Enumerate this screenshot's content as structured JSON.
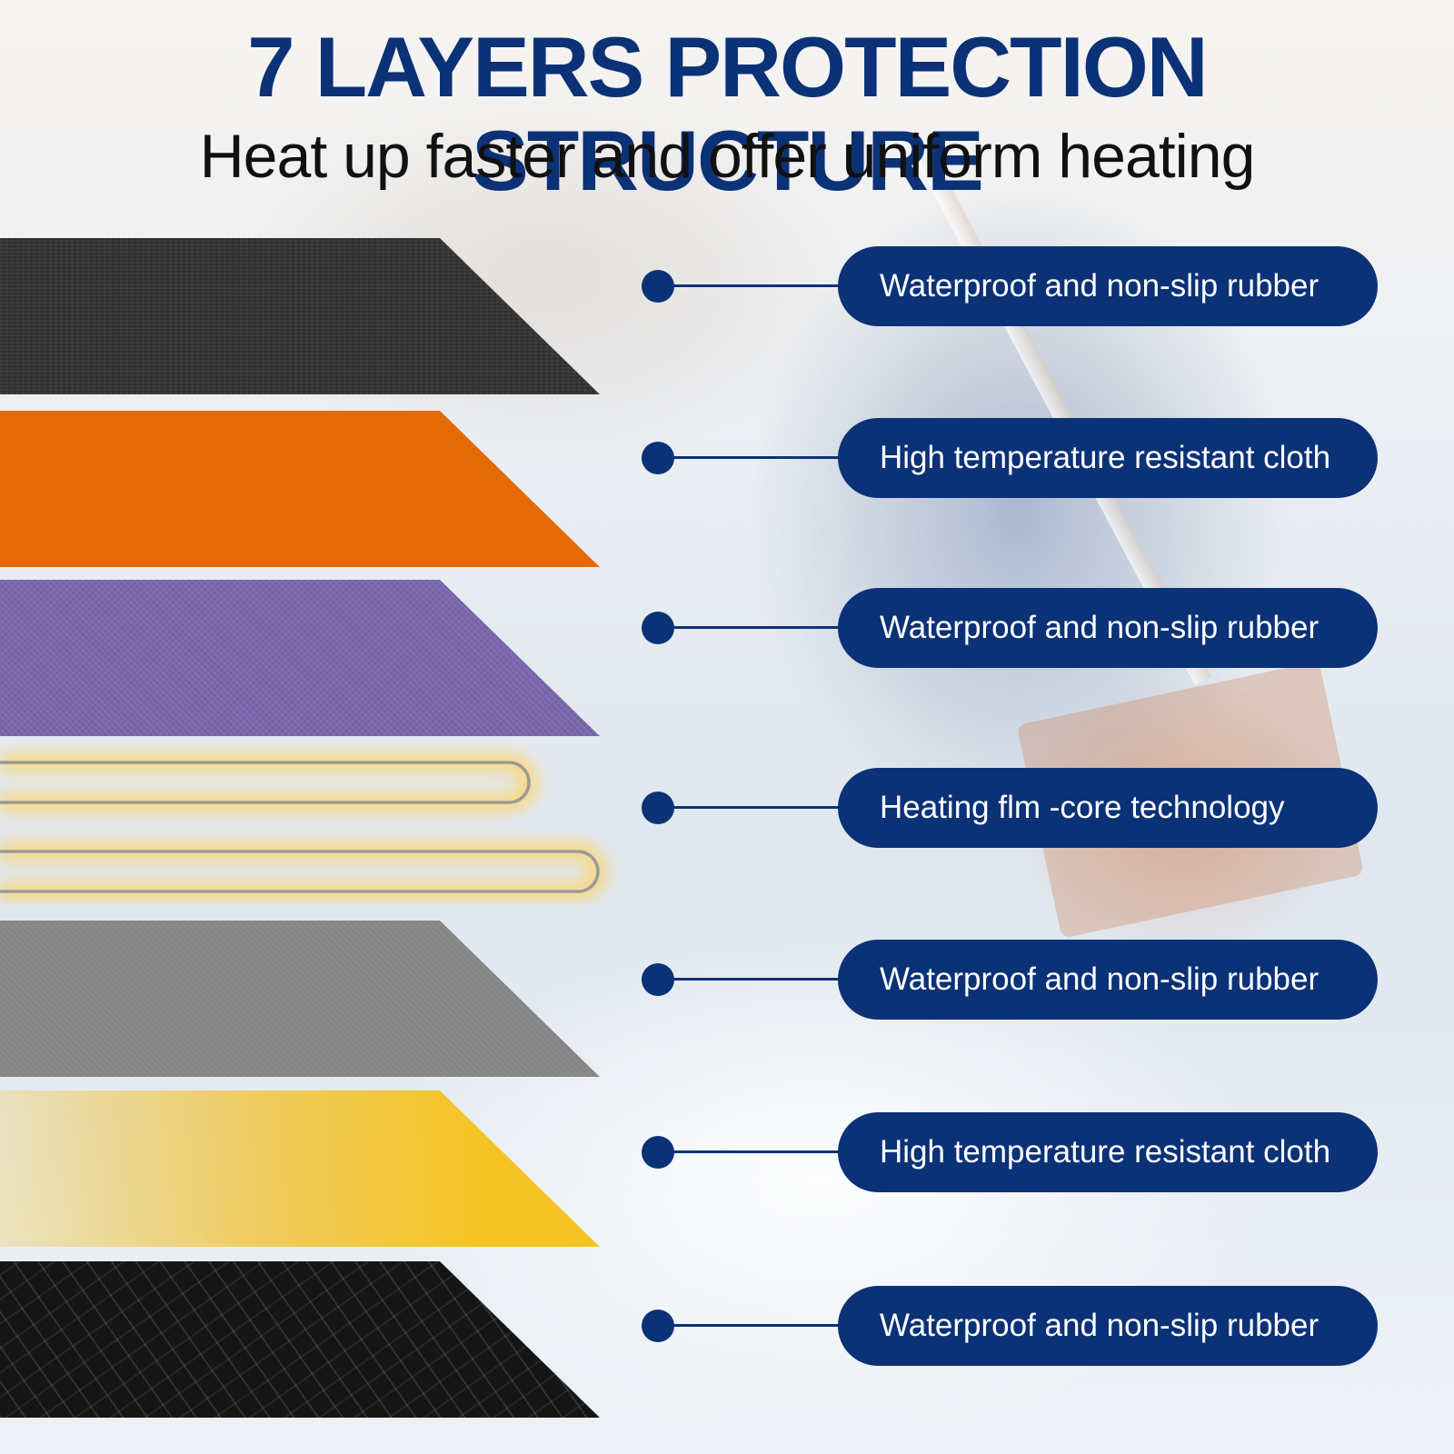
{
  "header": {
    "title": "7 LAYERS PROTECTION STRUCTURE",
    "subtitle": "Heat up faster and offer uniform heating"
  },
  "colors": {
    "brand_navy": "#0b3277",
    "layer_black_fabric": "#2f2f2f",
    "layer_orange": "#e56a06",
    "layer_purple": "#7a67ae",
    "layer_gray": "#858585",
    "layer_yellow": "#f4c324",
    "layer_black_treadplate": "#151515",
    "heating_wire": "#9a9a9a",
    "heating_glow": "#ffd45a"
  },
  "layers": [
    {
      "label": "Waterproof and non-slip rubber"
    },
    {
      "label": "High temperature resistant cloth"
    },
    {
      "label": "Waterproof and non-slip rubber"
    },
    {
      "label": "Heating flm -core technology"
    },
    {
      "label": "Waterproof and non-slip rubber"
    },
    {
      "label": "High temperature resistant cloth"
    },
    {
      "label": "Waterproof and non-slip rubber"
    }
  ]
}
